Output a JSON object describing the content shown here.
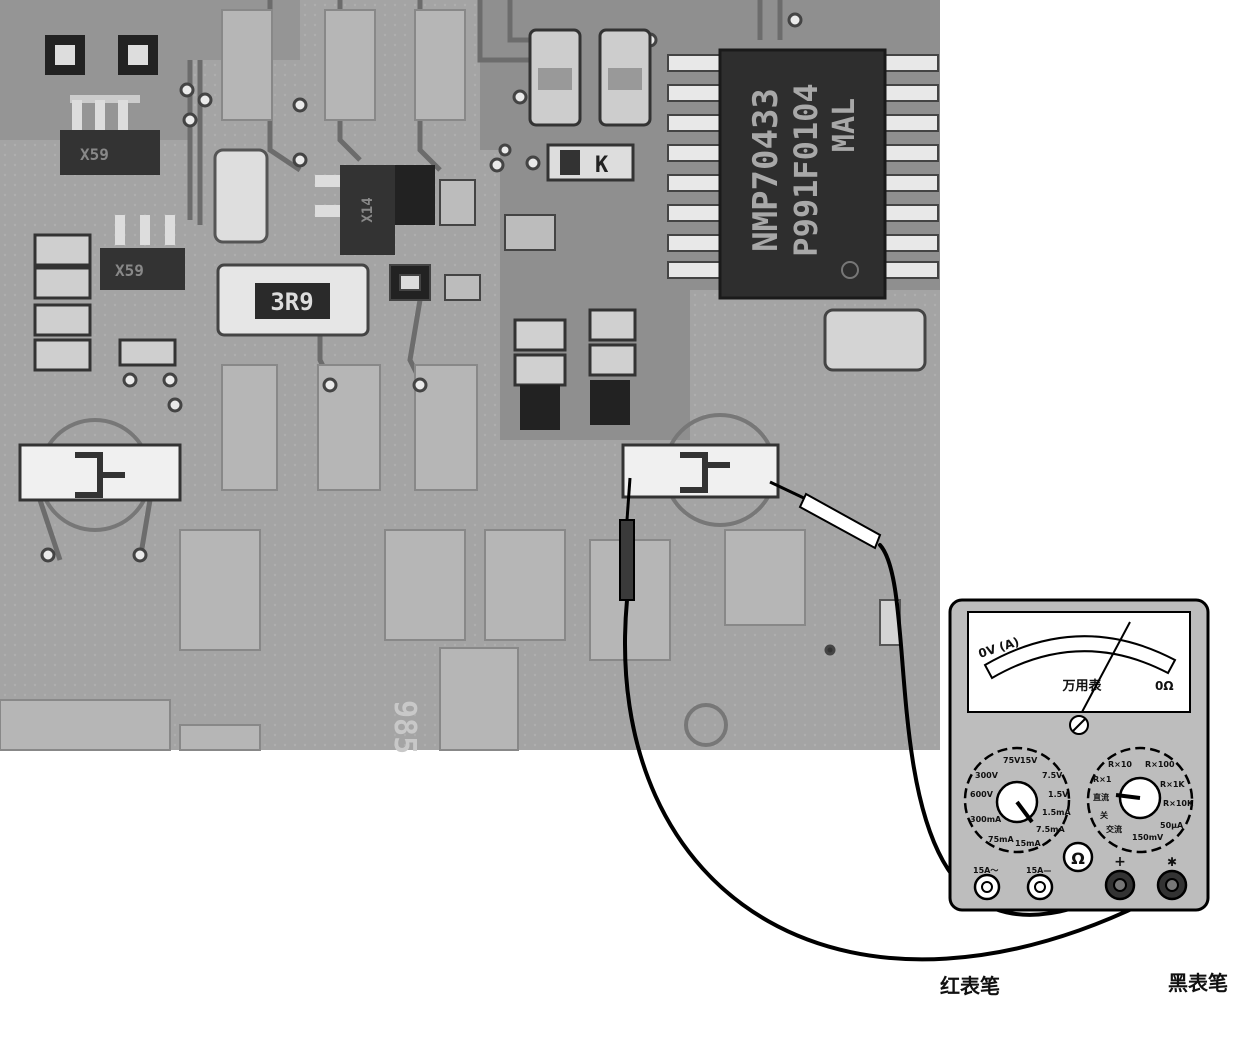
{
  "pcb": {
    "chip_marking_line1": "NMP70433",
    "chip_marking_line2": "P991F0104",
    "chip_marking_line3": "MAL",
    "resistor_marking": "3R9",
    "transistor_marking_1": "X59",
    "transistor_marking_2": "X14",
    "transistor_marking_3": "X59",
    "component_k": "K",
    "board_number": "985"
  },
  "multimeter": {
    "scale_left": "0V (A)",
    "scale_right": "0Ω",
    "face_label": "万用表",
    "left_dial": [
      "75V",
      "15V",
      "300V",
      "7.5V",
      "600V",
      "1.5V",
      "300mA",
      "1.5mA",
      "75mA",
      "15mA",
      "7.5mA"
    ],
    "right_dial": [
      "R×10",
      "R×100",
      "R×1",
      "R×1K",
      "直流",
      "R×10K",
      "关",
      "交流",
      "50μA",
      "150mV"
    ],
    "ohm_symbol": "Ω",
    "jack_15a_ac": "15A～",
    "jack_15a_dc": "15A—",
    "jack_plus": "+",
    "jack_common": "✱"
  },
  "labels": {
    "red_probe": "红表笔",
    "black_probe": "黑表笔"
  }
}
